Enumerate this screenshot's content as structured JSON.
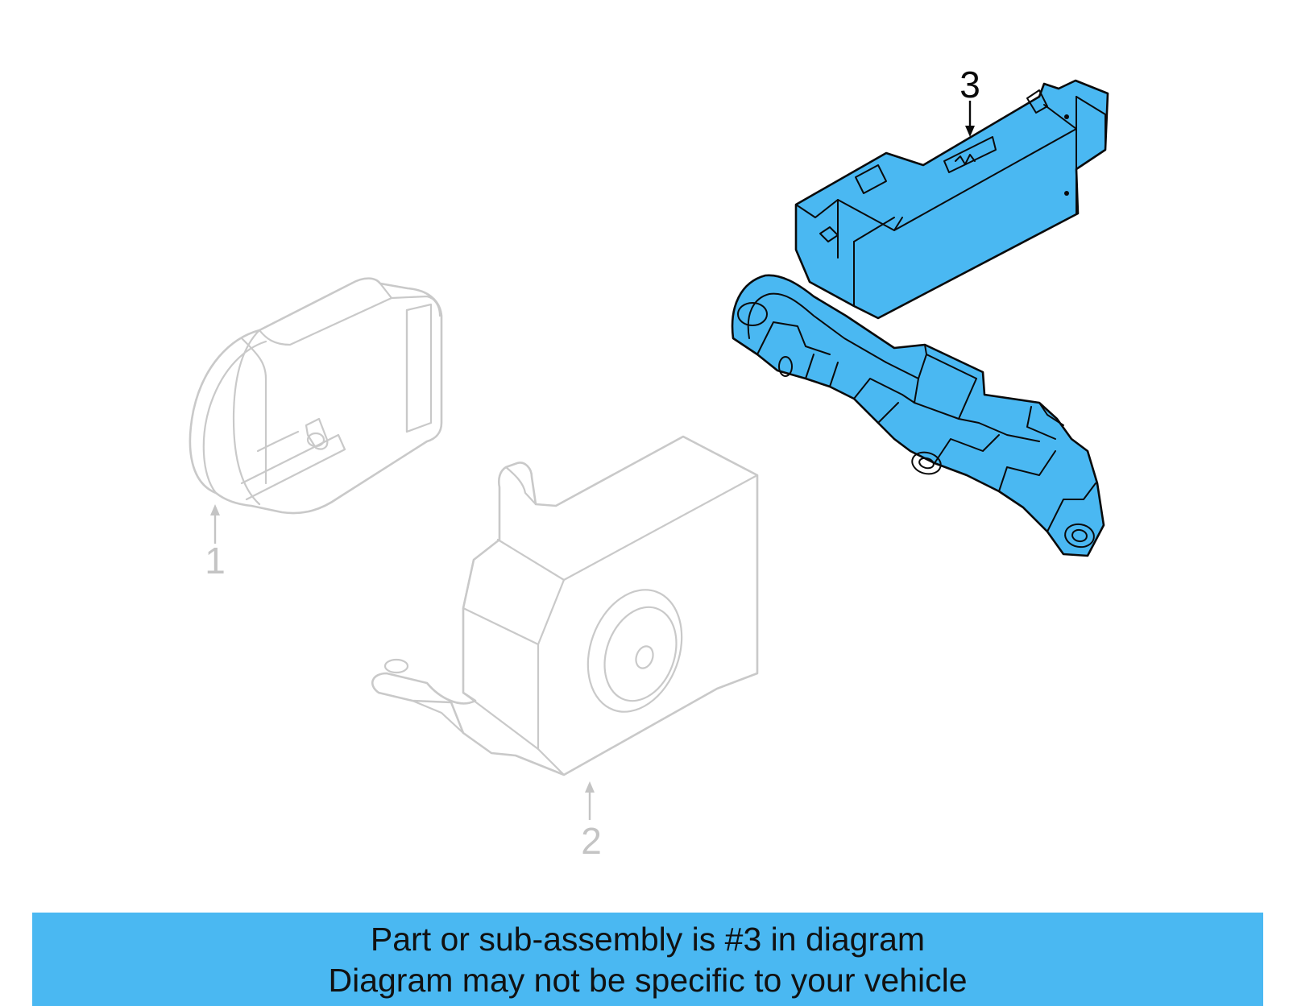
{
  "callouts": [
    {
      "number": "1",
      "state": "ghost"
    },
    {
      "number": "2",
      "state": "ghost"
    },
    {
      "number": "3",
      "state": "highlighted"
    }
  ],
  "banner": {
    "line1": "Part or sub-assembly is #3 in diagram",
    "line2": "Diagram may not be specific to your vehicle"
  },
  "colors": {
    "highlight": "#4ab8f2",
    "ghost_stroke": "#c9c9c9",
    "banner_bg": "#4ab8f2",
    "outline": "#0a0a0a"
  }
}
